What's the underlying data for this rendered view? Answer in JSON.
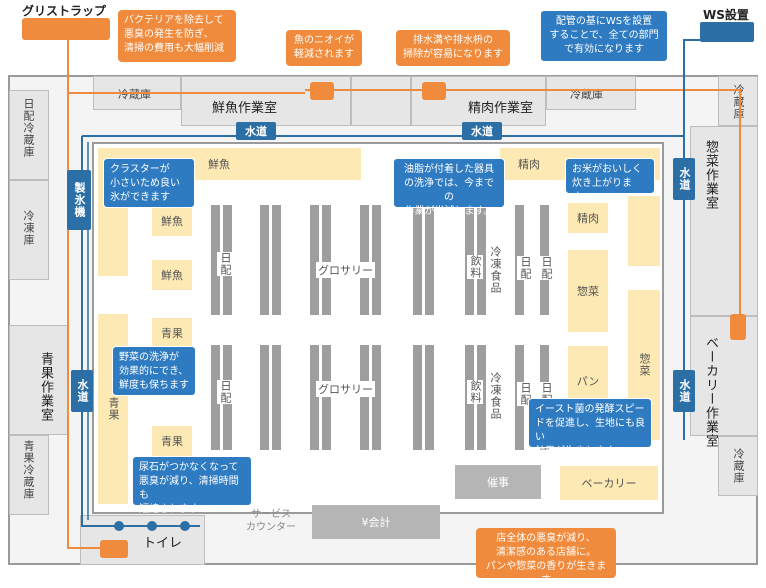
{
  "grease_trap": {
    "title": "グリストラップ",
    "callout": "バクテリアを除去して\n悪臭の発生を防ぎ、\n清掃の費用も大幅削減"
  },
  "ws": {
    "title": "WS設置",
    "callout": "配管の基にWSを設置\nすることで、全ての部門\nで有効になります"
  },
  "callouts": {
    "fish_smell": "魚のニオイが\n軽減されます",
    "drain": "排水溝や排水枡の\n掃除が容易になります",
    "ice": "クラスターが\n小さいため良い\n氷ができます",
    "oil": "油脂が付着した器具\nの洗浄では、今までの\n作業が半減します。",
    "rice": "お米がおいしく\n炊き上がります。",
    "veg": "野菜の洗浄が\n効果的にでき、\n鮮度も保ちます",
    "yeast": "イースト菌の発酵スピー\nドを促進し、生地にも良い\n効果が生まれます。",
    "toilet": "尿石がつかなくなって\n悪臭が減り、清掃時間も\n短縮されます",
    "store": "店全体の悪臭が減り、\n清潔感のある店舗に。\nパンや惣菜の香りが生きます"
  },
  "rooms": {
    "fridge_top_left": "冷蔵庫",
    "fish_room": "鮮魚作業室",
    "fridge_top_right": "冷蔵庫",
    "meat_room": "精肉作業室",
    "fridge_right_top": "冷蔵庫",
    "deli_room": "惣菜作業室",
    "bakery_room": "ベーカリー作業室",
    "fridge_right_bottom": "冷蔵庫",
    "daily_fridge": "日配冷蔵庫",
    "freezer": "冷凍庫",
    "ice_machine": "製氷機",
    "produce_room": "青果作業室",
    "produce_fridge": "青果冷蔵庫",
    "toilet": "トイレ"
  },
  "water_label": "水道",
  "sales": {
    "fish_top": "鮮魚",
    "meat_top": "精肉",
    "fish_a": "鮮魚",
    "fish_b": "鮮魚",
    "produce_a": "青果",
    "produce_b": "青果",
    "produce_side": "青果",
    "meat_side": "精肉",
    "deli_a": "惣菜",
    "bread": "パン",
    "deli_right": "惣菜",
    "event": "催事",
    "bakery": "ベーカリー",
    "service": "サービス\nカウンター",
    "register": "¥会計",
    "daily_a": "日配",
    "daily_b": "日配",
    "daily_c": "日配",
    "daily_d": "日配",
    "daily_e": "日配",
    "daily_f": "日配",
    "grocery_a": "グロサリー",
    "grocery_b": "グロサリー",
    "drinks_a": "飲料",
    "drinks_b": "飲料",
    "frozen_a": "冷凍食品",
    "frozen_b": "冷凍食品"
  },
  "colors": {
    "water": "#2c6fa6",
    "callout_orange": "#f08a3c",
    "zone": "#fde9b4",
    "room": "#e6e6e6"
  }
}
